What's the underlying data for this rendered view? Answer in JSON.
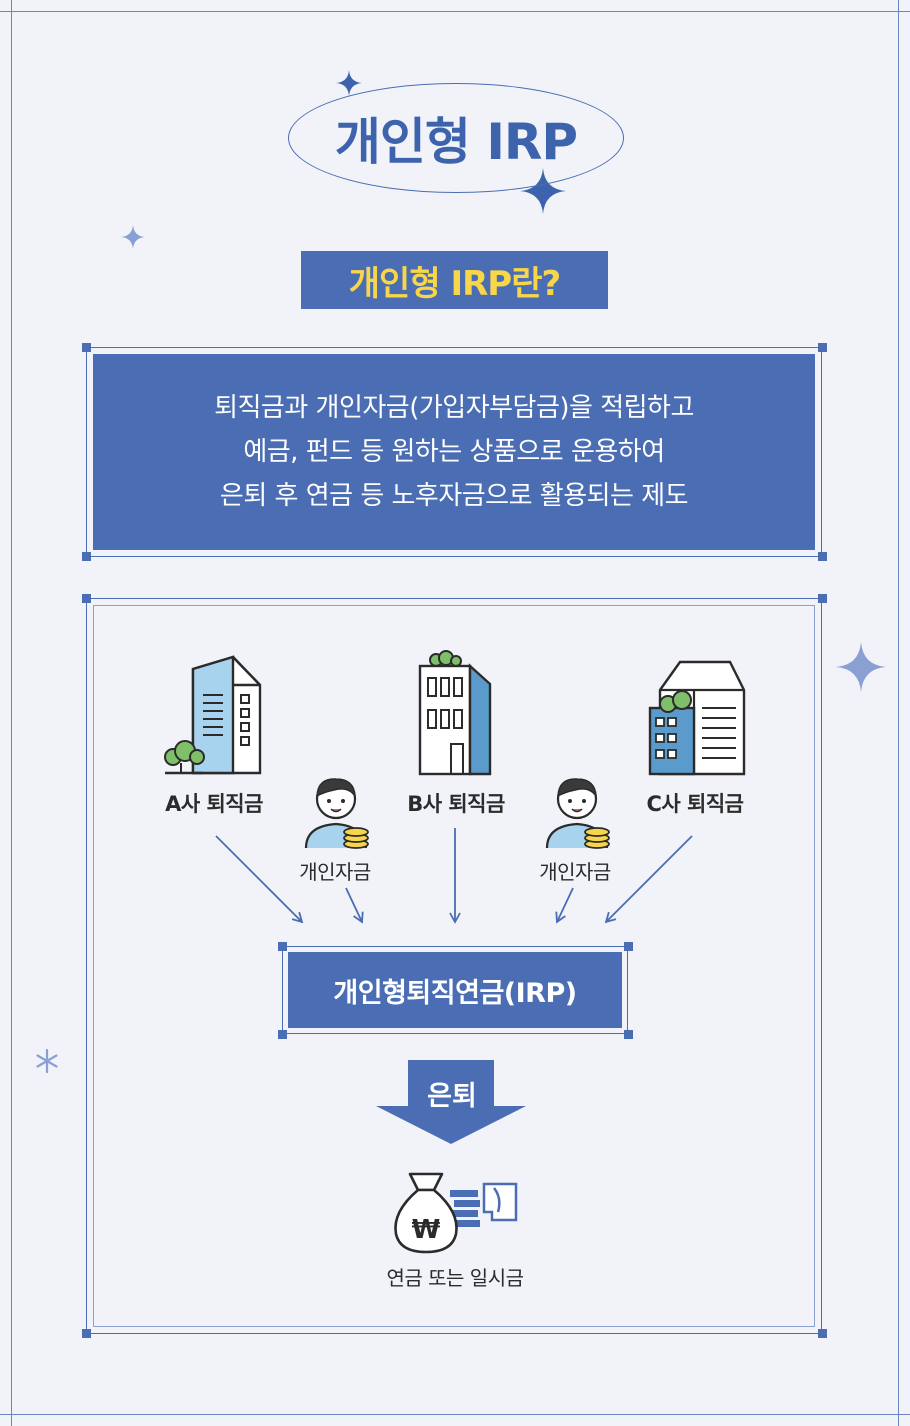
{
  "header": {
    "title": "개인형 IRP",
    "subtitle": "개인형 IRP란?"
  },
  "definition": {
    "lines": [
      "퇴직금과 개인자금(가입자부담금)을 적립하고",
      "예금, 펀드 등 원하는 상품으로 운용하여",
      "은퇴 후 연금 등 노후자금으로 활용되는 제도"
    ]
  },
  "flow": {
    "sources": {
      "company_a": "A사 퇴직금",
      "company_b": "B사 퇴직금",
      "company_c": "C사 퇴직금",
      "personal_1": "개인자금",
      "personal_2": "개인자금"
    },
    "account": "개인형퇴직연금(IRP)",
    "retirement": "은퇴",
    "result": "연금 또는 일시금",
    "money_symbol": "₩"
  },
  "colors": {
    "primary_blue": "#4a6db3",
    "title_blue": "#3e63ad",
    "subtitle_yellow": "#f7d64a",
    "building_light": "#a8d3ee",
    "background": "#f1f3f9"
  }
}
